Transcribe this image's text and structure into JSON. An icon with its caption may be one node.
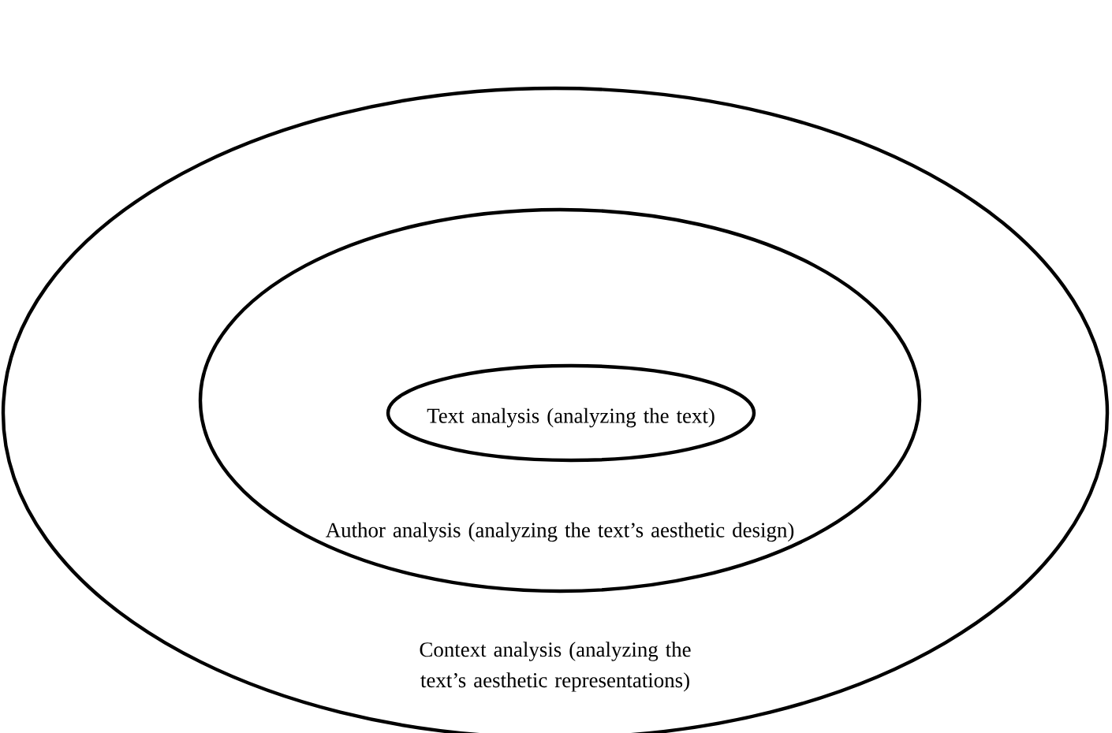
{
  "diagram": {
    "nodes": [
      {
        "text": [
          "Context analysis (analyzing the text’s aesthetic representations)"
        ]
      },
      {
        "text": [
          "Author analysis (analyzing the text’s aesthetic design)"
        ],
        "in": 0
      },
      {
        "text": [
          "Text analysis (analyzing the text)"
        ],
        "in": 1
      }
    ]
  }
}
